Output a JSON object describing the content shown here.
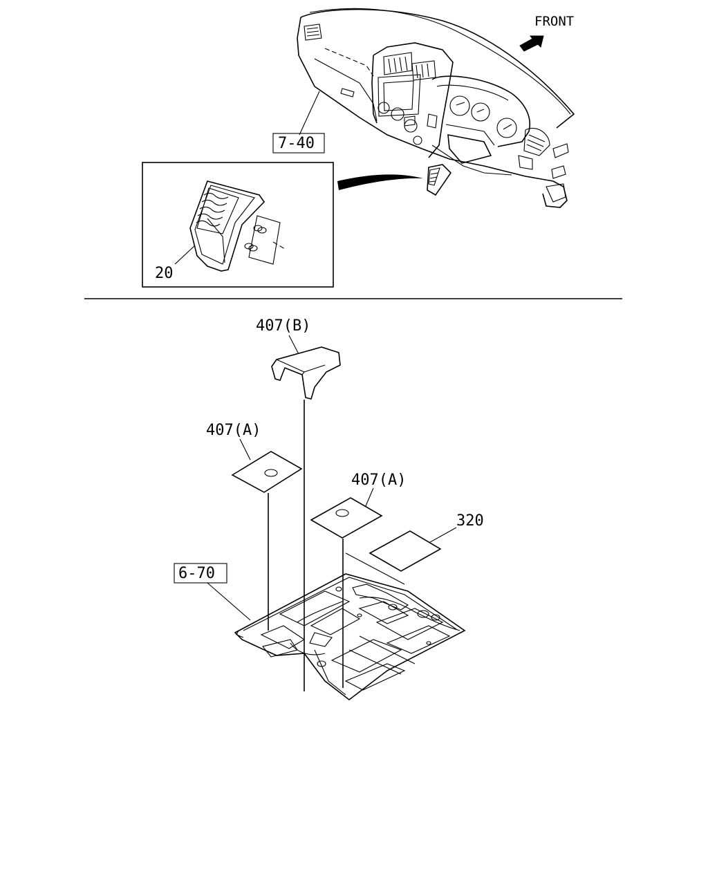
{
  "direction_label": "FRONT",
  "callouts": {
    "instrument_panel_ref": "7-40",
    "grille": "20",
    "insulator_b": "407(B)",
    "insulator_a_left": "407(A)",
    "insulator_a_right": "407(A)",
    "insulator_320": "320",
    "floor_panel_ref": "6-70"
  },
  "colors": {
    "line": "#000000",
    "background": "#ffffff"
  }
}
